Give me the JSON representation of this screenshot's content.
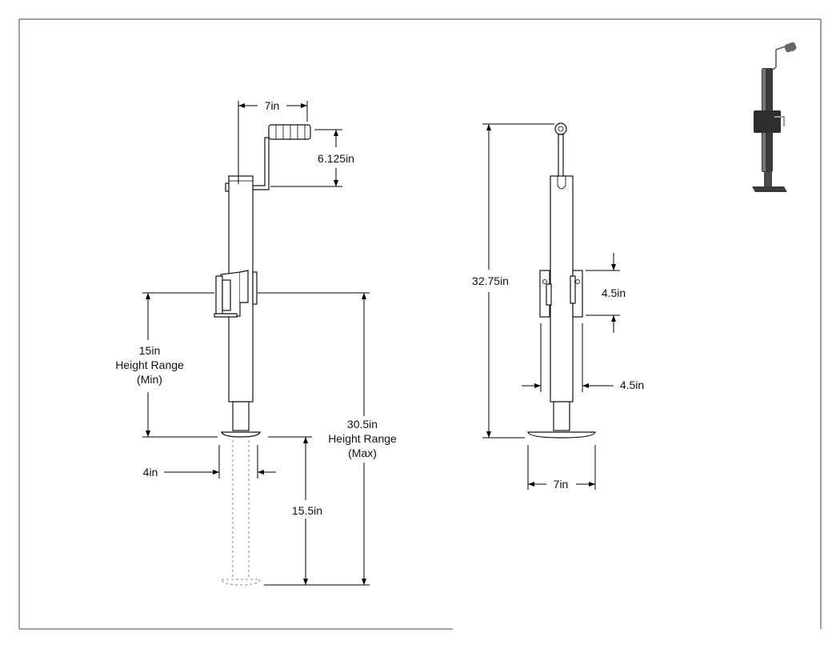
{
  "dimensions": {
    "handle_reach": "7in",
    "handle_height": "6.125in",
    "min_range_value": "15in",
    "min_range_label": "Height Range",
    "min_range_qualifier": "(Min)",
    "max_range_value": "30.5in",
    "max_range_label": "Height Range",
    "max_range_qualifier": "(Max)",
    "tube_width": "4in",
    "extension": "15.5in",
    "overall_height": "32.75in",
    "bracket_height": "4.5in",
    "bracket_width": "4.5in",
    "foot_width": "7in"
  },
  "colors": {
    "line": "#000000",
    "hidden_line": "#888888",
    "thumbnail_body": "#3a3a3a"
  }
}
